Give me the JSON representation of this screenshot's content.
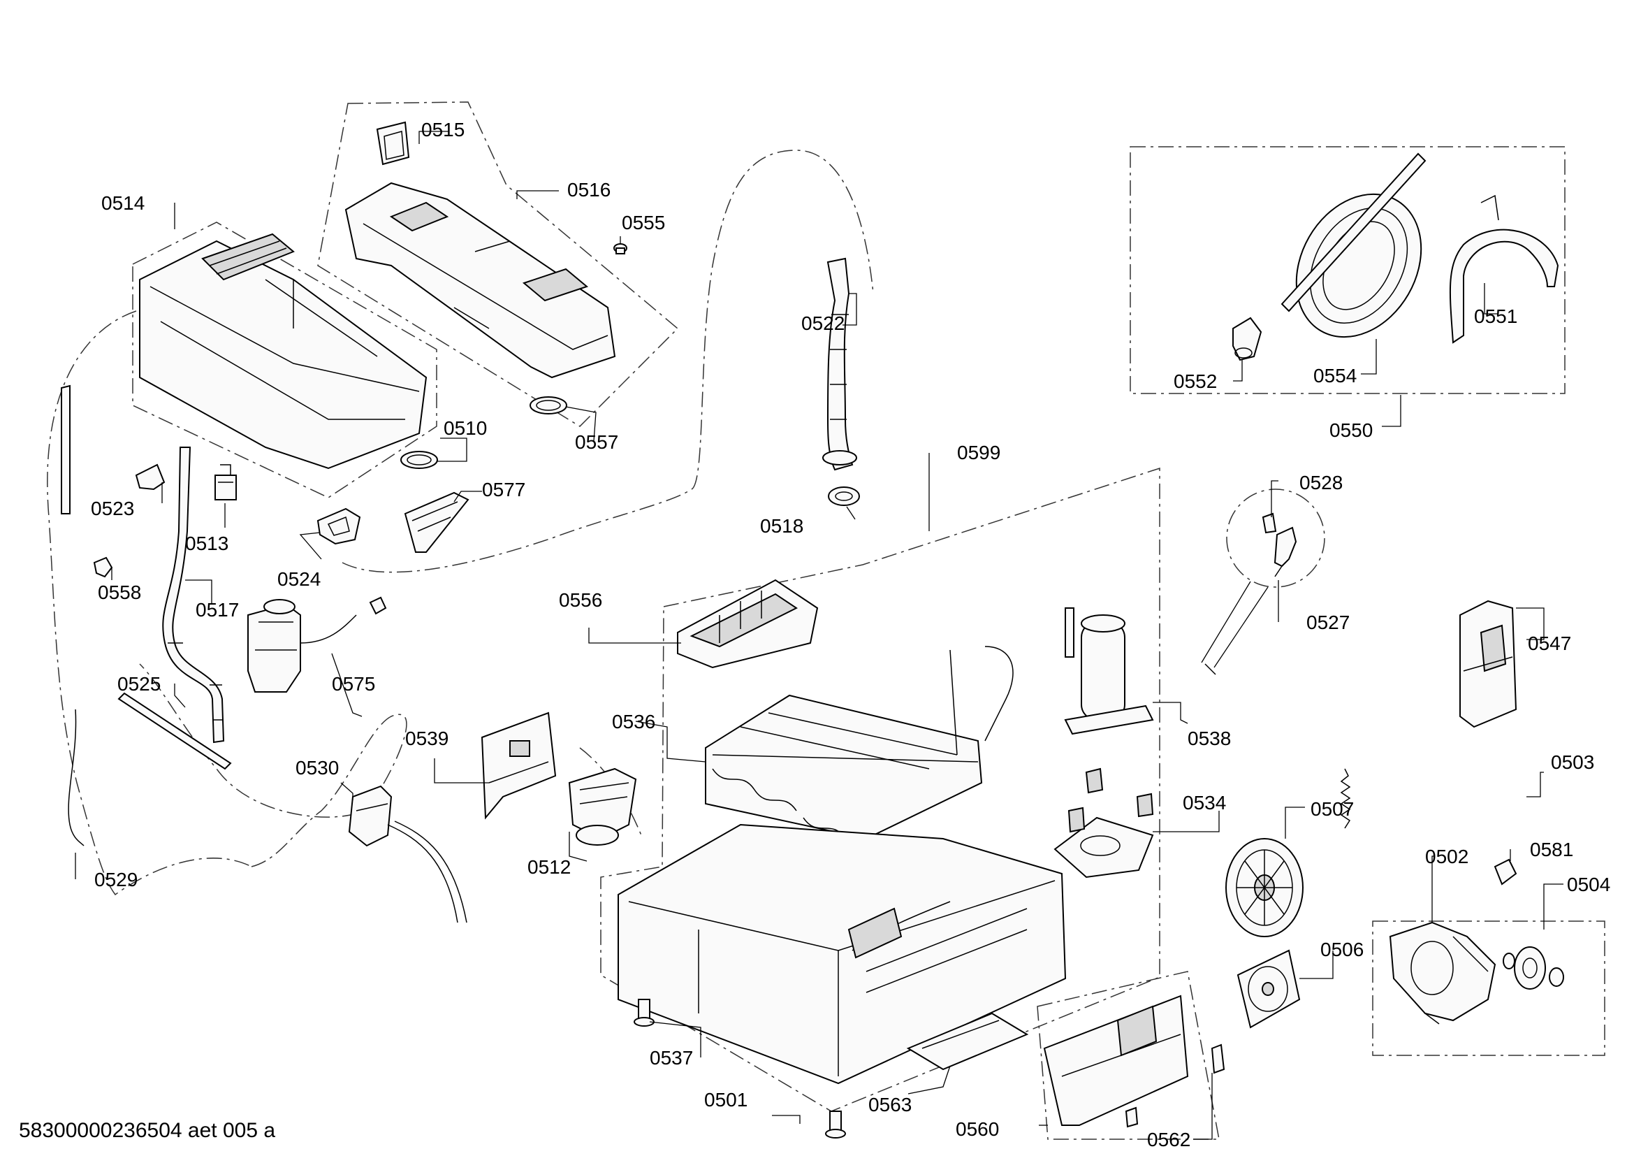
{
  "footer_code": "58300000236504 aet 005 a",
  "labels": {
    "p0501": "0501",
    "p0502": "0502",
    "p0503": "0503",
    "p0504": "0504",
    "p0506": "0506",
    "p0507": "0507",
    "p0510": "0510",
    "p0512": "0512",
    "p0513": "0513",
    "p0514": "0514",
    "p0515": "0515",
    "p0516": "0516",
    "p0517": "0517",
    "p0518": "0518",
    "p0522": "0522",
    "p0523": "0523",
    "p0524": "0524",
    "p0525": "0525",
    "p0527": "0527",
    "p0528": "0528",
    "p0529": "0529",
    "p0530": "0530",
    "p0534": "0534",
    "p0536": "0536",
    "p0537": "0537",
    "p0538": "0538",
    "p0539": "0539",
    "p0547": "0547",
    "p0550": "0550",
    "p0551": "0551",
    "p0552": "0552",
    "p0554": "0554",
    "p0555": "0555",
    "p0556": "0556",
    "p0557": "0557",
    "p0558": "0558",
    "p0560": "0560",
    "p0562": "0562",
    "p0563": "0563",
    "p0575": "0575",
    "p0577": "0577",
    "p0581": "0581",
    "p0599": "0599"
  }
}
